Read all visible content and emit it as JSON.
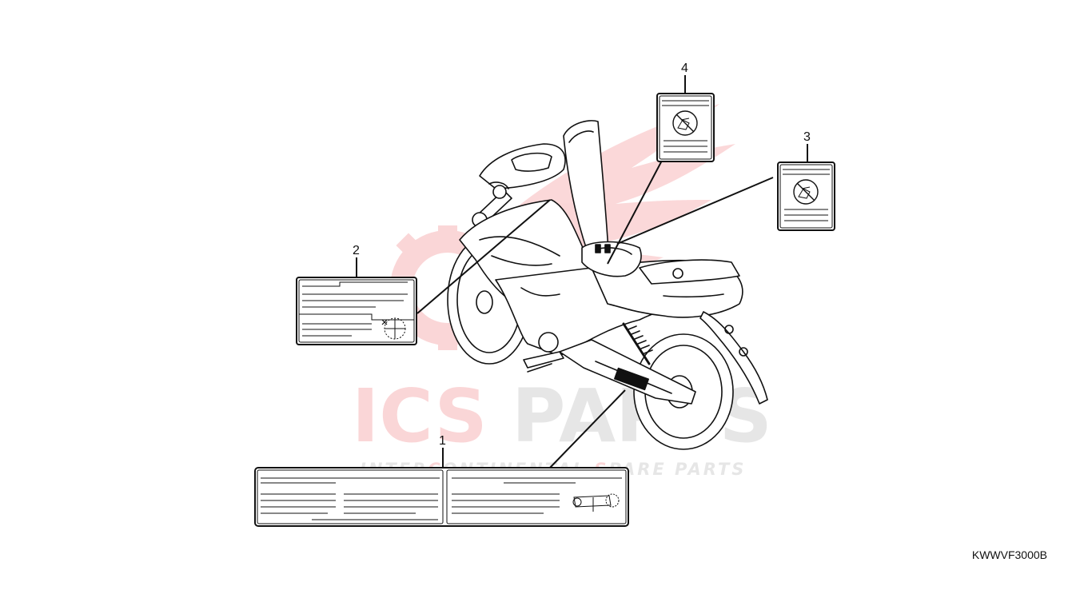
{
  "diagram": {
    "callouts": [
      {
        "id": "label-1",
        "number": "1"
      },
      {
        "id": "label-2",
        "number": "2"
      },
      {
        "id": "label-3",
        "number": "3"
      },
      {
        "id": "label-4",
        "number": "4"
      }
    ],
    "drawing_code": "KWWVF3000B"
  },
  "watermark": {
    "brand_part1": "ICS",
    "brand_part2": "PARTS",
    "tagline_parts": [
      "INTER",
      "C",
      "ONTINENTAL ",
      "S",
      "PARE PARTS"
    ],
    "colors": {
      "red": "#e6151b",
      "gray": "#6e6e6e"
    }
  }
}
